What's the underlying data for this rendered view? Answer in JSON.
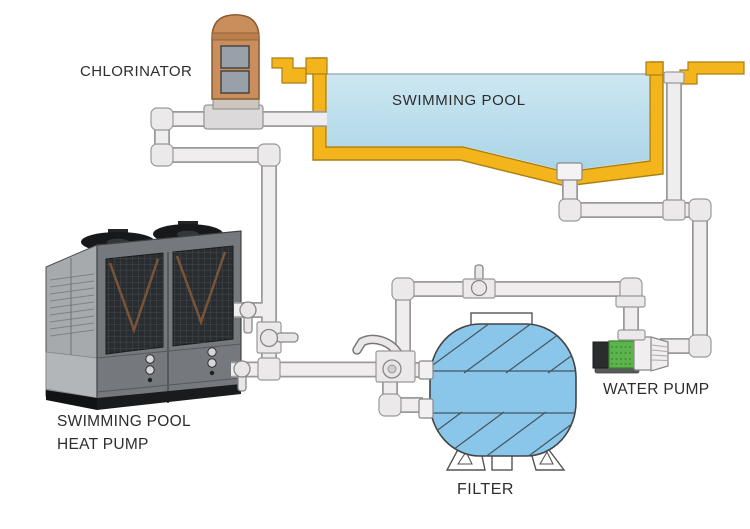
{
  "diagram": {
    "type": "schematic",
    "subject": "Swimming pool heat pump plumbing system",
    "labels": {
      "chlorinator": "CHLORINATOR",
      "swimming_pool": "SWIMMING POOL",
      "heat_pump_line1": "SWIMMING POOL",
      "heat_pump_line2": "HEAT PUMP",
      "water_pump": "WATER PUMP",
      "filter": "FILTER"
    },
    "components": [
      {
        "name": "chlorinator"
      },
      {
        "name": "swimming-pool"
      },
      {
        "name": "swimming-pool-heat-pump"
      },
      {
        "name": "filter"
      },
      {
        "name": "water-pump"
      },
      {
        "name": "piping-with-valves"
      }
    ],
    "colors": {
      "background": "#FFFFFF",
      "pool_wall_yellow": "#F4B51C",
      "pool_wall_outline": "#A97F12",
      "pool_water_top": "#CDE7F2",
      "pool_water_bottom": "#A9D4E6",
      "filter_tank_blue": "#89C6EA",
      "pipe_fill": "#EFEDED",
      "pipe_outline": "#9A9A9A",
      "chlorinator_body": "#C98E5C",
      "chlorinator_window": "#98A1A9",
      "pump_motor_green": "#5CB44C",
      "heat_pump_gray": "#75797E",
      "label_text": "#2D2D2D"
    }
  }
}
